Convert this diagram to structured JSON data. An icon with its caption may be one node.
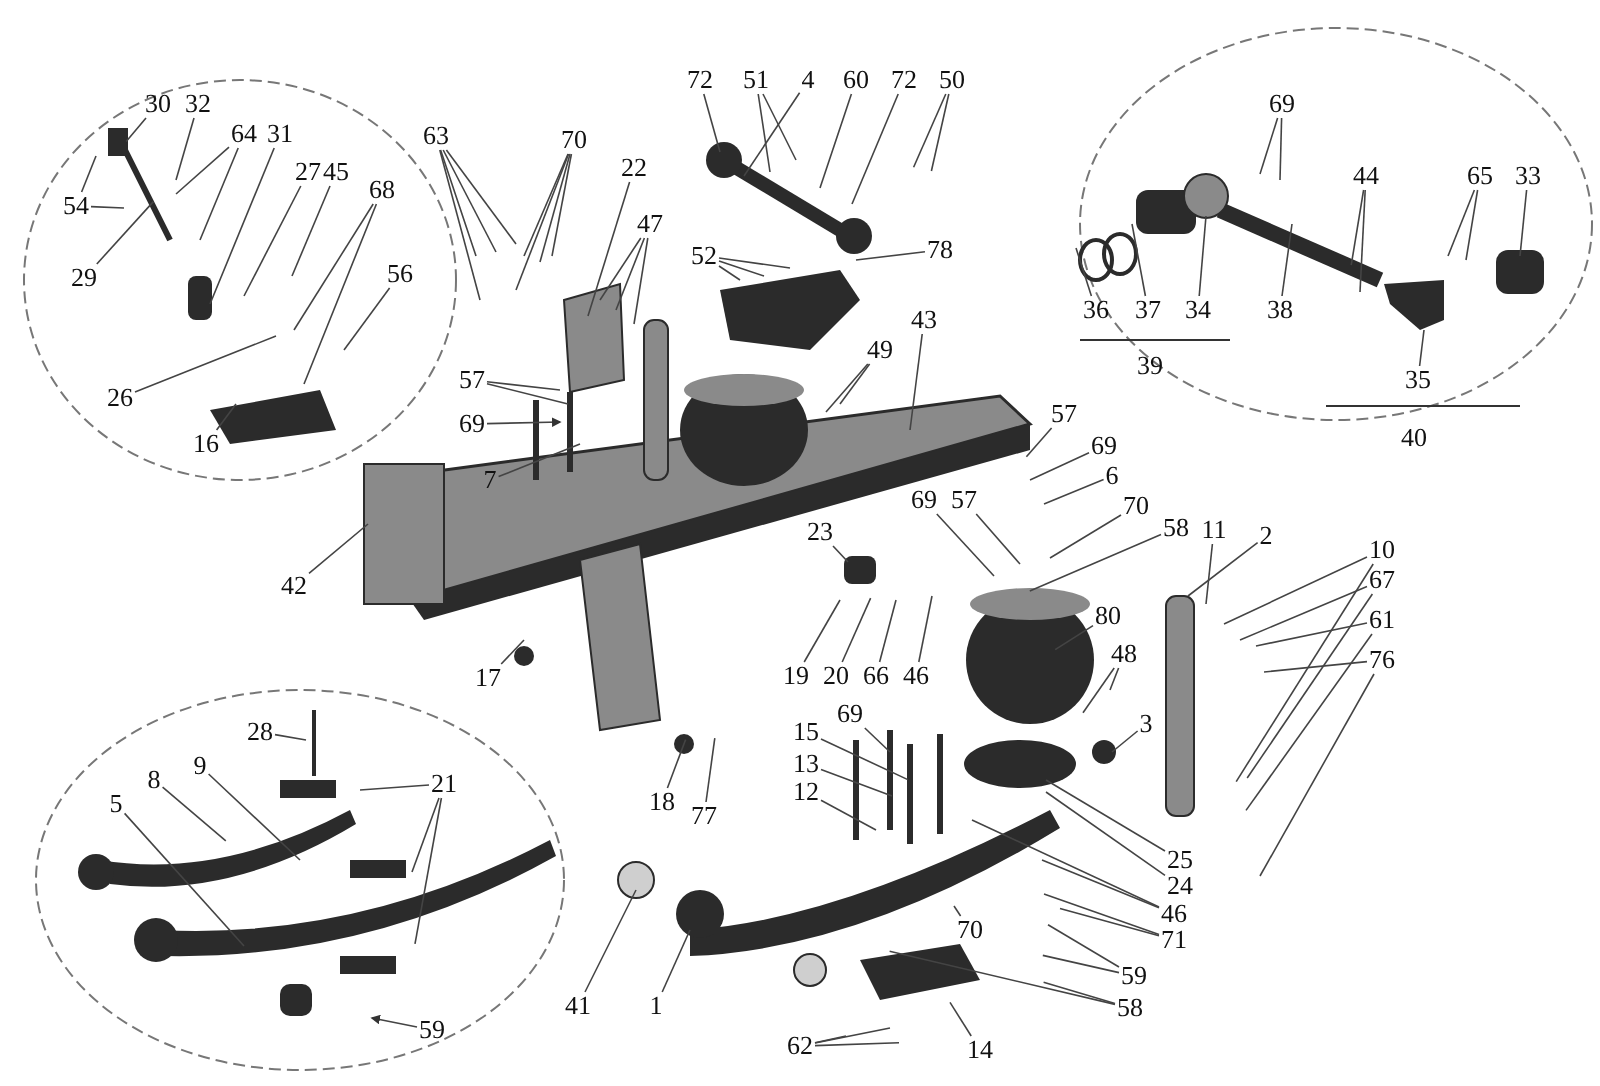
{
  "diagram": {
    "nodes": [
      {
        "text": [
          "30"
        ]
      },
      {
        "text": [
          "32"
        ]
      },
      {
        "text": [
          "64"
        ]
      },
      {
        "text": [
          "31"
        ]
      },
      {
        "text": [
          "27"
        ]
      },
      {
        "text": [
          "45"
        ]
      },
      {
        "text": [
          "68"
        ]
      },
      {
        "text": [
          "56"
        ]
      },
      {
        "text": [
          "54"
        ]
      },
      {
        "text": [
          "29"
        ]
      },
      {
        "text": [
          "26"
        ]
      },
      {
        "text": [
          "16"
        ]
      },
      {
        "text": [
          "63"
        ]
      },
      {
        "text": [
          "70"
        ]
      },
      {
        "text": [
          "22"
        ]
      },
      {
        "text": [
          "47"
        ]
      },
      {
        "text": [
          "57"
        ]
      },
      {
        "text": [
          "69"
        ]
      },
      {
        "text": [
          "7"
        ]
      },
      {
        "text": [
          "72"
        ]
      },
      {
        "text": [
          "51"
        ]
      },
      {
        "text": [
          "4"
        ]
      },
      {
        "text": [
          "60"
        ]
      },
      {
        "text": [
          "72"
        ]
      },
      {
        "text": [
          "50"
        ]
      },
      {
        "text": [
          "52"
        ]
      },
      {
        "text": [
          "78"
        ]
      },
      {
        "text": [
          "49"
        ]
      },
      {
        "text": [
          "43"
        ]
      },
      {
        "text": [
          "69"
        ]
      },
      {
        "text": [
          "44"
        ]
      },
      {
        "text": [
          "65"
        ]
      },
      {
        "text": [
          "33"
        ]
      },
      {
        "text": [
          "36"
        ]
      },
      {
        "text": [
          "37"
        ]
      },
      {
        "text": [
          "34"
        ]
      },
      {
        "text": [
          "38"
        ]
      },
      {
        "text": [
          "35"
        ]
      },
      {
        "text": [
          "42"
        ]
      },
      {
        "text": [
          "57"
        ]
      },
      {
        "text": [
          "69"
        ]
      },
      {
        "text": [
          "6"
        ]
      },
      {
        "text": [
          "70"
        ]
      },
      {
        "text": [
          "58"
        ]
      },
      {
        "text": [
          "11"
        ]
      },
      {
        "text": [
          "2"
        ]
      },
      {
        "text": [
          "69"
        ]
      },
      {
        "text": [
          "57"
        ]
      },
      {
        "text": [
          "23"
        ]
      },
      {
        "text": [
          "19"
        ]
      },
      {
        "text": [
          "20"
        ]
      },
      {
        "text": [
          "66"
        ]
      },
      {
        "text": [
          "46"
        ]
      },
      {
        "text": [
          "80"
        ]
      },
      {
        "text": [
          "48"
        ]
      },
      {
        "text": [
          "3"
        ]
      },
      {
        "text": [
          "10"
        ]
      },
      {
        "text": [
          "67"
        ]
      },
      {
        "text": [
          "61"
        ]
      },
      {
        "text": [
          "76"
        ]
      },
      {
        "text": [
          "69"
        ]
      },
      {
        "text": [
          "15"
        ]
      },
      {
        "text": [
          "13"
        ]
      },
      {
        "text": [
          "12"
        ]
      },
      {
        "text": [
          "25"
        ]
      },
      {
        "text": [
          "24"
        ]
      },
      {
        "text": [
          "46"
        ]
      },
      {
        "text": [
          "71"
        ]
      },
      {
        "text": [
          "70"
        ]
      },
      {
        "text": [
          "59"
        ]
      },
      {
        "text": [
          "58"
        ]
      },
      {
        "text": [
          "14"
        ]
      },
      {
        "text": [
          "62"
        ]
      },
      {
        "text": [
          "41"
        ]
      },
      {
        "text": [
          "1"
        ]
      },
      {
        "text": [
          "28"
        ]
      },
      {
        "text": [
          "8"
        ]
      },
      {
        "text": [
          "9"
        ]
      },
      {
        "text": [
          "5"
        ]
      },
      {
        "text": [
          "21"
        ]
      },
      {
        "text": [
          "59"
        ]
      },
      {
        "text": [
          "17"
        ]
      },
      {
        "text": [
          "18"
        ]
      },
      {
        "text": [
          "77"
        ]
      }
    ],
    "edges": [
      {
        "from": 0,
        "to": null,
        "arrow": "none"
      },
      {
        "from": 1,
        "to": null,
        "arrow": "none"
      },
      {
        "from": 2,
        "to": null,
        "arrow": "none"
      },
      {
        "from": 2,
        "to": null,
        "arrow": "none"
      },
      {
        "from": 3,
        "to": null,
        "arrow": "none"
      },
      {
        "from": 4,
        "to": null,
        "arrow": "none"
      },
      {
        "from": 5,
        "to": null,
        "arrow": "none"
      },
      {
        "from": 6,
        "to": null,
        "arrow": "none"
      },
      {
        "from": 6,
        "to": null,
        "arrow": "none"
      },
      {
        "from": 7,
        "to": null,
        "arrow": "none"
      },
      {
        "from": 8,
        "to": null,
        "arrow": "none"
      },
      {
        "from": 8,
        "to": null,
        "arrow": "none"
      },
      {
        "from": 9,
        "to": null,
        "arrow": "none"
      },
      {
        "from": 10,
        "to": null,
        "arrow": "none"
      },
      {
        "from": 11,
        "to": null,
        "arrow": "none"
      },
      {
        "from": 12,
        "to": null,
        "arrow": "none"
      },
      {
        "from": 12,
        "to": null,
        "arrow": "none"
      },
      {
        "from": 12,
        "to": null,
        "arrow": "none"
      },
      {
        "from": 12,
        "to": null,
        "arrow": "none"
      },
      {
        "from": 13,
        "to": null,
        "arrow": "none"
      },
      {
        "from": 13,
        "to": null,
        "arrow": "none"
      },
      {
        "from": 13,
        "to": null,
        "arrow": "none"
      },
      {
        "from": 13,
        "to": null,
        "arrow": "none"
      },
      {
        "from": 14,
        "to": null,
        "arrow": "none"
      },
      {
        "from": 15,
        "to": null,
        "arrow": "none"
      },
      {
        "from": 15,
        "to": null,
        "arrow": "none"
      },
      {
        "from": 15,
        "to": null,
        "arrow": "none"
      },
      {
        "from": 16,
        "to": null,
        "arrow": "none"
      },
      {
        "from": 16,
        "to": null,
        "arrow": "none"
      },
      {
        "from": 17,
        "to": null,
        "arrow": "to"
      },
      {
        "from": 18,
        "to": null,
        "arrow": "none"
      },
      {
        "from": 19,
        "to": null,
        "arrow": "none"
      },
      {
        "from": 20,
        "to": null,
        "arrow": "none"
      },
      {
        "from": 20,
        "to": null,
        "arrow": "none"
      },
      {
        "from": 21,
        "to": null,
        "arrow": "none"
      },
      {
        "from": 22,
        "to": null,
        "arrow": "none"
      },
      {
        "from": 23,
        "to": null,
        "arrow": "none"
      },
      {
        "from": 24,
        "to": null,
        "arrow": "none"
      },
      {
        "from": 24,
        "to": null,
        "arrow": "none"
      },
      {
        "from": 25,
        "to": null,
        "arrow": "none"
      },
      {
        "from": 25,
        "to": null,
        "arrow": "none"
      },
      {
        "from": 25,
        "to": null,
        "arrow": "none"
      },
      {
        "from": 26,
        "to": null,
        "arrow": "none"
      },
      {
        "from": 27,
        "to": null,
        "arrow": "none"
      },
      {
        "from": 27,
        "to": null,
        "arrow": "none"
      },
      {
        "from": 28,
        "to": null,
        "arrow": "none"
      },
      {
        "from": 29,
        "to": null,
        "arrow": "none"
      },
      {
        "from": 29,
        "to": null,
        "arrow": "none"
      },
      {
        "from": 30,
        "to": null,
        "arrow": "none"
      },
      {
        "from": 30,
        "to": null,
        "arrow": "none"
      },
      {
        "from": 31,
        "to": null,
        "arrow": "none"
      },
      {
        "from": 31,
        "to": null,
        "arrow": "none"
      },
      {
        "from": 32,
        "to": null,
        "arrow": "none"
      },
      {
        "from": 33,
        "to": null,
        "arrow": "none"
      },
      {
        "from": 34,
        "to": null,
        "arrow": "none"
      },
      {
        "from": 35,
        "to": null,
        "arrow": "none"
      },
      {
        "from": 36,
        "to": null,
        "arrow": "none"
      },
      {
        "from": 37,
        "to": null,
        "arrow": "none"
      },
      {
        "from": 38,
        "to": null,
        "arrow": "none"
      },
      {
        "from": 39,
        "to": null,
        "arrow": "none"
      },
      {
        "from": 40,
        "to": null,
        "arrow": "none"
      },
      {
        "from": 41,
        "to": null,
        "arrow": "none"
      },
      {
        "from": 42,
        "to": null,
        "arrow": "none"
      },
      {
        "from": 43,
        "to": null,
        "arrow": "none"
      },
      {
        "from": 44,
        "to": null,
        "arrow": "none"
      },
      {
        "from": 45,
        "to": null,
        "arrow": "none"
      },
      {
        "from": 46,
        "to": null,
        "arrow": "none"
      },
      {
        "from": 47,
        "to": null,
        "arrow": "none"
      },
      {
        "from": 48,
        "to": null,
        "arrow": "none"
      },
      {
        "from": 49,
        "to": null,
        "arrow": "none"
      },
      {
        "from": 50,
        "to": null,
        "arrow": "none"
      },
      {
        "from": 51,
        "to": null,
        "arrow": "none"
      },
      {
        "from": 52,
        "to": null,
        "arrow": "none"
      },
      {
        "from": 53,
        "to": null,
        "arrow": "none"
      },
      {
        "from": 54,
        "to": null,
        "arrow": "none"
      },
      {
        "from": 54,
        "to": null,
        "arrow": "none"
      },
      {
        "from": 55,
        "to": null,
        "arrow": "none"
      },
      {
        "from": 56,
        "to": null,
        "arrow": "none"
      },
      {
        "from": 56,
        "to": null,
        "arrow": "none"
      },
      {
        "from": 57,
        "to": null,
        "arrow": "none"
      },
      {
        "from": 57,
        "to": null,
        "arrow": "none"
      },
      {
        "from": 58,
        "to": null,
        "arrow": "none"
      },
      {
        "from": 58,
        "to": null,
        "arrow": "none"
      },
      {
        "from": 59,
        "to": null,
        "arrow": "none"
      },
      {
        "from": 59,
        "to": null,
        "arrow": "none"
      },
      {
        "from": 60,
        "to": null,
        "arrow": "none"
      },
      {
        "from": 61,
        "to": null,
        "arrow": "none"
      },
      {
        "from": 62,
        "to": null,
        "arrow": "none"
      },
      {
        "from": 63,
        "to": null,
        "arrow": "none"
      },
      {
        "from": 64,
        "to": null,
        "arrow": "none"
      },
      {
        "from": 65,
        "to": null,
        "arrow": "none"
      },
      {
        "from": 66,
        "to": null,
        "arrow": "none"
      },
      {
        "from": 66,
        "to": null,
        "arrow": "none"
      },
      {
        "from": 67,
        "to": null,
        "arrow": "none"
      },
      {
        "from": 67,
        "to": null,
        "arrow": "none"
      },
      {
        "from": 68,
        "to": null,
        "arrow": "none"
      },
      {
        "from": 69,
        "to": null,
        "arrow": "none"
      },
      {
        "from": 69,
        "to": null,
        "arrow": "none"
      },
      {
        "from": 70,
        "to": null,
        "arrow": "none"
      },
      {
        "from": 70,
        "to": null,
        "arrow": "none"
      },
      {
        "from": 71,
        "to": null,
        "arrow": "none"
      },
      {
        "from": 72,
        "to": null,
        "arrow": "none"
      },
      {
        "from": 72,
        "to": null,
        "arrow": "none"
      },
      {
        "from": 72,
        "to": null,
        "arrow": "none"
      },
      {
        "from": 73,
        "to": null,
        "arrow": "none"
      },
      {
        "from": 74,
        "to": null,
        "arrow": "none"
      },
      {
        "from": 75,
        "to": null,
        "arrow": "none"
      },
      {
        "from": 76,
        "to": null,
        "arrow": "none"
      },
      {
        "from": 77,
        "to": null,
        "arrow": "none"
      },
      {
        "from": 78,
        "to": null,
        "arrow": "none"
      },
      {
        "from": 79,
        "to": null,
        "arrow": "none"
      },
      {
        "from": 79,
        "to": null,
        "arrow": "none"
      },
      {
        "from": 79,
        "to": null,
        "arrow": "none"
      },
      {
        "from": 80,
        "to": null,
        "arrow": "to"
      },
      {
        "from": 81,
        "to": null,
        "arrow": "none"
      },
      {
        "from": 82,
        "to": null,
        "arrow": "none"
      },
      {
        "from": 83,
        "to": null,
        "arrow": "none"
      }
    ],
    "labels": [
      "39",
      "40"
    ]
  }
}
